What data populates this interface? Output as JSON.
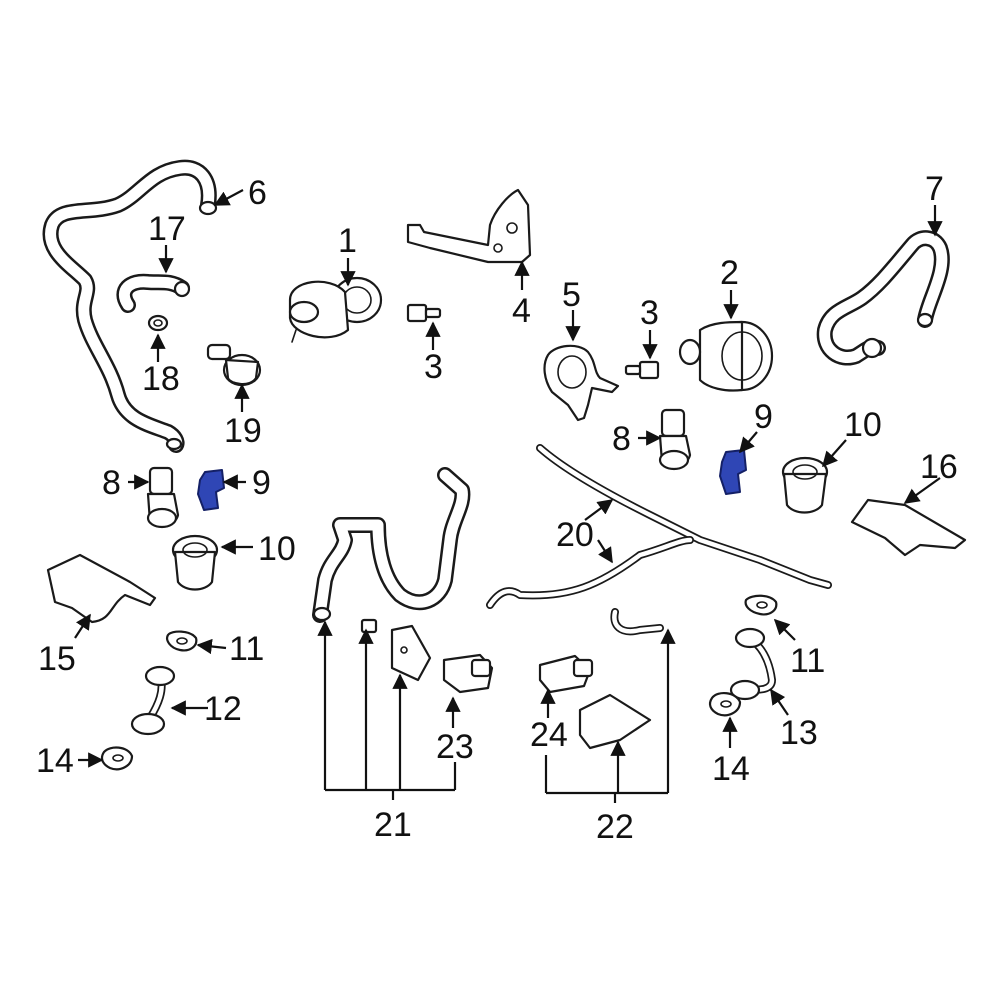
{
  "callouts": {
    "c1": "1",
    "c2": "2",
    "c3a": "3",
    "c3b": "3",
    "c4": "4",
    "c5": "5",
    "c6": "6",
    "c7": "7",
    "c8a": "8",
    "c8b": "8",
    "c9a": "9",
    "c9b": "9",
    "c10a": "10",
    "c10b": "10",
    "c11a": "11",
    "c11b": "11",
    "c12": "12",
    "c13": "13",
    "c14a": "14",
    "c14b": "14",
    "c15": "15",
    "c16": "16",
    "c17": "17",
    "c18": "18",
    "c19": "19",
    "c20": "20",
    "c21": "21",
    "c22": "22",
    "c23": "23",
    "c24": "24"
  },
  "colors": {
    "highlight": "#2f46b5",
    "line": "#1a1a1a",
    "background": "#ffffff"
  },
  "highlighted_parts": [
    "part-9-left",
    "part-9-right"
  ]
}
